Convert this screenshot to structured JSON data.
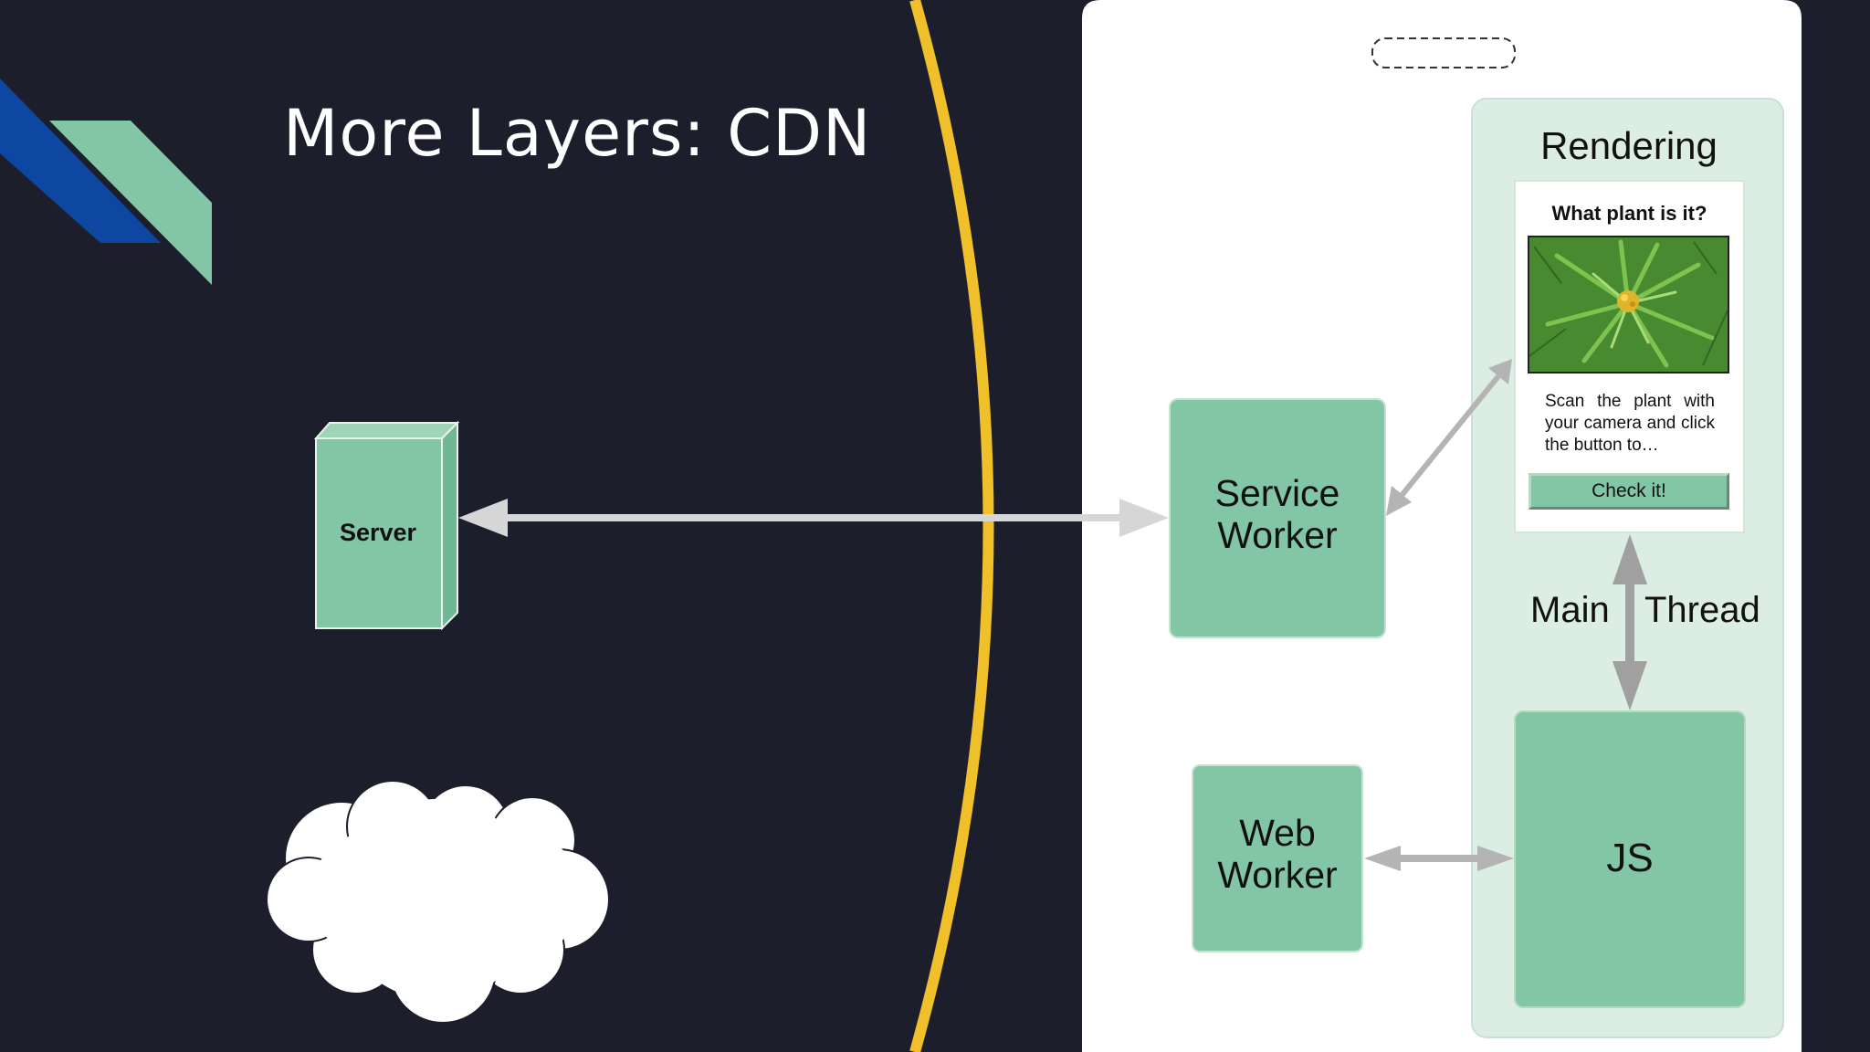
{
  "slide": {
    "title": "More Layers: CDN"
  },
  "diagram": {
    "server_label": "Server",
    "service_worker_label": "Service\nWorker",
    "web_worker_label": "Web\nWorker",
    "js_label": "JS",
    "rendering_label": "Rendering",
    "main_label": "Main",
    "thread_label": "Thread"
  },
  "app": {
    "question": "What plant is it?",
    "instructions": "Scan the plant with your camera and click the button to…",
    "button_label": "Check it!"
  },
  "colors": {
    "background": "#1c1f2b",
    "box_green": "#82c6a5",
    "panel_green": "#dcede4",
    "boundary_yellow": "#f0c02a",
    "logo_blue": "#0d47a1"
  }
}
